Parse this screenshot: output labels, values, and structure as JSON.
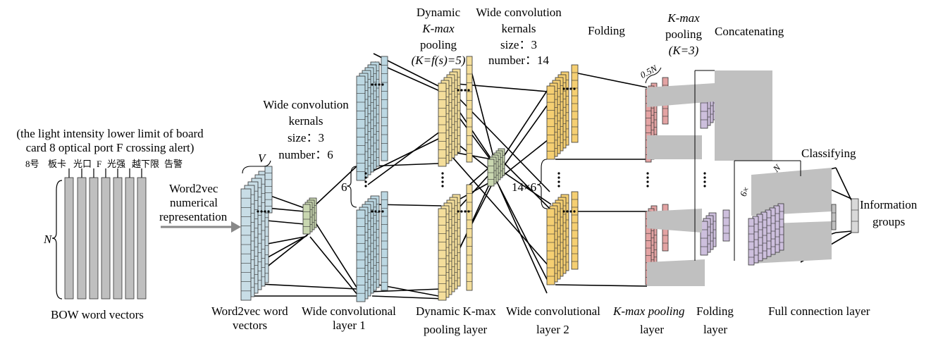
{
  "colors": {
    "bow": "#bfbfbf",
    "word2vec": "#c8dde6",
    "wide_conv1": "#bcd8e3",
    "wide_conv_small": "#c9d7b0",
    "kmax_pool": "#f4de9b",
    "wide_conv2": "#f5cf72",
    "folding": "#e3a3a3",
    "kmax_pool2": "#cdbfdd",
    "fc_gray": "#c0c0c0",
    "output": "#d9d9d9"
  },
  "input": {
    "caption": "(the light intensity lower limit of board card 8 optical port F crossing alert)",
    "caption_line1": "(the light intensity lower limit of board",
    "caption_line2": "card 8 optical port F crossing alert)",
    "tokens": [
      "8号",
      "板卡",
      "光口",
      "F",
      "光强",
      "越下限",
      "告警"
    ],
    "n_label": "N",
    "bottom_label": "BOW word vectors"
  },
  "arrow": {
    "line1": "Word2vec",
    "line2": "numerical",
    "line3": "representation"
  },
  "word2vec": {
    "v_label": "V",
    "bottom_line1": "Word2vec word",
    "bottom_line2": "vectors"
  },
  "conv1": {
    "title_line1": "Wide convolution",
    "title_line2": "kernals",
    "title_line3": "size：3",
    "title_line4": "number：6",
    "six_label": "6",
    "bottom_line1": "Wide convolutional",
    "bottom_line2": "layer 1"
  },
  "pool1": {
    "title_line1": "Dynamic",
    "title_line2": "K-max",
    "title_line3": "pooling",
    "title_line4": "(K=f(s)=5)",
    "bottom_line1": "Dynamic K-max",
    "bottom_line2": "pooling layer"
  },
  "conv2": {
    "title_line1": "Wide convolution",
    "title_line2": "kernals",
    "title_line3": "size：3",
    "title_line4": "number：14",
    "label_14x6": "14×6",
    "bottom_line1": "Wide convolutional",
    "bottom_line2": "layer 2"
  },
  "folding1": {
    "title": "Folding"
  },
  "pool2": {
    "title_line1": "K-max",
    "title_line2": "pooling",
    "title_line3": "(K=3)",
    "half_n": "0.5N",
    "bottom_line1": "K-max pooling",
    "bottom_line2": "layer"
  },
  "folding2": {
    "bottom_line1": "Folding",
    "bottom_line2": "layer"
  },
  "concat": {
    "title": "Concatenating",
    "six_label": "6×",
    "n_label": "N"
  },
  "classify": {
    "title": "Classifying",
    "out_line1": "Information",
    "out_line2": "groups",
    "bottom": "Full connection layer"
  }
}
